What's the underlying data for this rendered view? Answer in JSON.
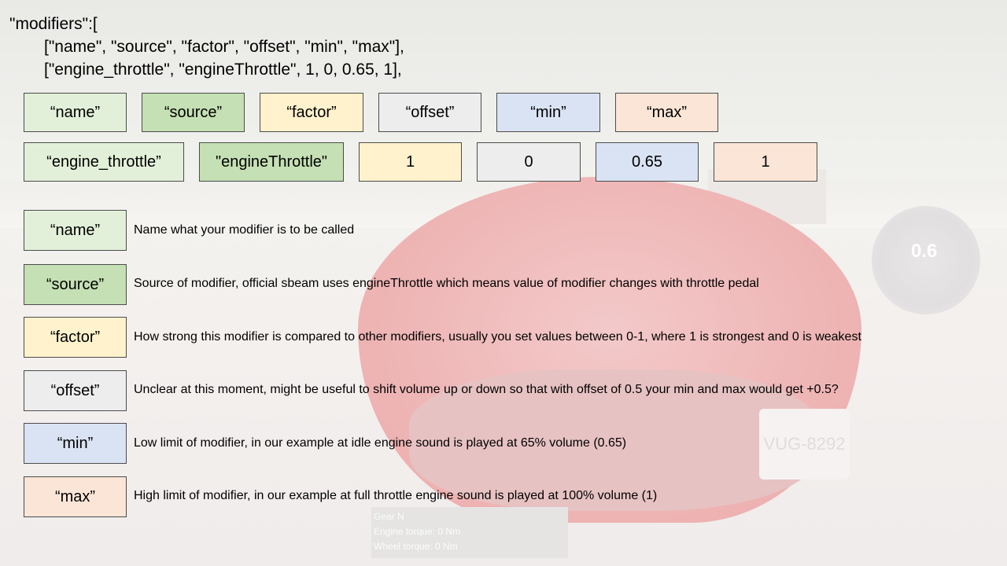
{
  "background": {
    "gauge_value": "0.6",
    "plate": "VUG-8292",
    "hud": [
      "Gear N",
      "Engine torque: 0 Nm",
      "Wheel torque: 0 Nm"
    ]
  },
  "code": {
    "line1": "\"modifiers\":[",
    "line2": "[\"name\", \"source\", \"factor\", \"offset\", \"min\", \"max\"],",
    "line3": "[\"engine_throttle\", \"engineThrottle\", 1, 0, 0.65, 1],"
  },
  "header_row": [
    "“name”",
    "“source”",
    "“factor”",
    "“offset”",
    "“min”",
    "“max”"
  ],
  "value_row": [
    "“engine_throttle”",
    "\"engineThrottle\"",
    "1",
    "0",
    "0.65",
    "1"
  ],
  "definitions": [
    {
      "term": "“name”",
      "text": "Name what your modifier is to be called"
    },
    {
      "term": "“source”",
      "text": "Source of modifier, official sbeam uses engineThrottle which means value of modifier changes with throttle pedal"
    },
    {
      "term": "“factor”",
      "text": "How strong this modifier is compared to other modifiers, usually you set values between 0-1, where 1 is strongest and 0 is weakest"
    },
    {
      "term": "“offset”",
      "text": "Unclear at this moment, might be useful to shift volume up or down so that with offset of 0.5 your min and max would get +0.5?"
    },
    {
      "term": "“min”",
      "text": "Low limit of modifier, in our example at idle engine sound is played at 65% volume (0.65)"
    },
    {
      "term": "“max”",
      "text": "High limit of modifier, in our example at full throttle engine sound is played at 100% volume (1)"
    }
  ],
  "colors": {
    "name": "#e2f0d9",
    "source": "#c5e0b4",
    "factor": "#fff2cc",
    "offset": "#ededed",
    "min": "#dae3f3",
    "max": "#fbe5d6",
    "border": "#4c4c4c"
  }
}
